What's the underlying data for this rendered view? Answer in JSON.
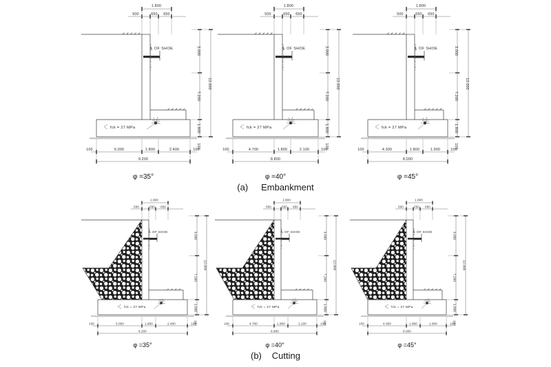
{
  "drawing": {
    "figure_captions": [
      {
        "id": "a",
        "label": "(a)",
        "title": "Embankment"
      },
      {
        "id": "b",
        "label": "(b)",
        "title": "Cutting"
      }
    ],
    "common": {
      "top_overall": "1.800",
      "top_segments": [
        "500",
        "650",
        "650"
      ],
      "vertical_dims": {
        "upper": "3.000",
        "middle": "7.200",
        "footing": "1.800",
        "base": "100",
        "overall": "12.000"
      },
      "concrete_note": "fck = 27 MPa",
      "shoe_label": "OF SHOE",
      "centerline_glyph": "℄",
      "degree": "°",
      "phi_symbol": "φ"
    },
    "sections": [
      {
        "name": "embankment",
        "cases": [
          {
            "phi": "φ =35°",
            "base_segments": [
              "100",
              "5.000",
              "1.800",
              "2.400",
              "100"
            ],
            "base_total": "9.200"
          },
          {
            "phi": "φ =40°",
            "base_segments": [
              "100",
              "4.700",
              "1.800",
              "2.100",
              "100"
            ],
            "base_total": "8.800"
          },
          {
            "phi": "φ =45°",
            "base_segments": [
              "100",
              "4.300",
              "1.800",
              "1.900",
              "100"
            ],
            "base_total": "8.000"
          }
        ]
      },
      {
        "name": "cutting",
        "cases": [
          {
            "phi": "φ =35°",
            "base_segments": [
              "100",
              "5.000",
              "1.800",
              "2.400",
              "100"
            ],
            "base_total": "9.200"
          },
          {
            "phi": "φ =40°",
            "base_segments": [
              "100",
              "4.700",
              "1.800",
              "2.100",
              "100"
            ],
            "base_total": "8.800"
          },
          {
            "phi": "φ =45°",
            "base_segments": [
              "100",
              "4.300",
              "1.800",
              "1.900",
              "100"
            ],
            "base_total": "8.000"
          }
        ]
      }
    ],
    "colors": {
      "line": "#3a3a3a",
      "dimension": "#707070",
      "text": "#2a2a2a",
      "background": "#ffffff"
    }
  }
}
